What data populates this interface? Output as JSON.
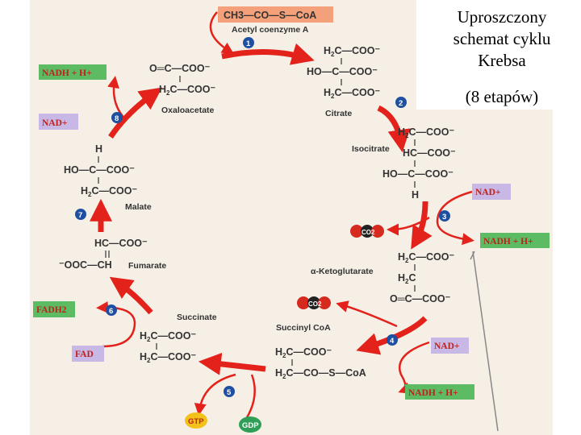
{
  "title": "Uproszczony schemat cyklu Krebsa",
  "subtitle": "(8 etapów)",
  "colors": {
    "arrow": "#e3231b",
    "step_circle": "#1f4fa0",
    "nad_box": "#c8b8e6",
    "nadh_box": "#5dbb63",
    "acetyl_box": "#f4a07a"
  },
  "compounds": {
    "acetyl": {
      "formula": "CH3—CO—S—CoA",
      "name": "Acetyl coenzyme A"
    },
    "citrate": {
      "name": "Citrate"
    },
    "isocitrate": {
      "name": "Isocitrate"
    },
    "ketoglutarate": {
      "name": "α-Ketoglutarate"
    },
    "succinyl": {
      "name": "Succinyl CoA"
    },
    "succinate": {
      "name": "Succinate"
    },
    "fumarate": {
      "name": "Fumarate"
    },
    "malate": {
      "name": "Malate"
    },
    "oxaloacetate": {
      "name": "Oxaloacetate"
    }
  },
  "cofactors": {
    "nad": "NAD+",
    "nadh": "NADH + H+",
    "fadh2": "FADH2",
    "fad": "FAD",
    "gtp": "GTP",
    "gdp": "GDP",
    "co2": "CO2"
  },
  "steps": [
    "1",
    "2",
    "3",
    "4",
    "5",
    "6",
    "7",
    "8"
  ]
}
